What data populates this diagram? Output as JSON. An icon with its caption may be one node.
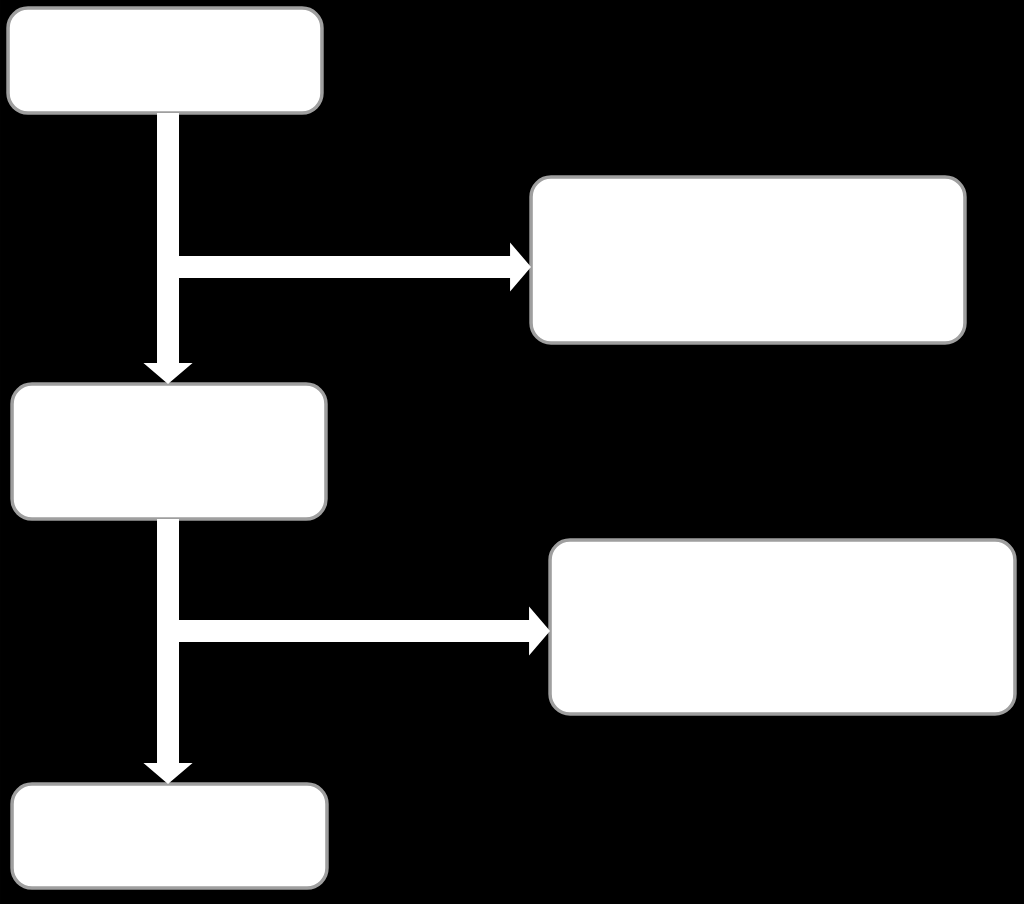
{
  "diagram": {
    "nodes": [
      {
        "text": [],
        "shape": "box"
      },
      {
        "text": [],
        "shape": "box"
      },
      {
        "text": [],
        "shape": "box"
      },
      {
        "text": [],
        "shape": "box"
      },
      {
        "text": [],
        "shape": "box"
      }
    ],
    "edges": [
      {
        "from": 0,
        "to": 1,
        "arrow": "to"
      },
      {
        "from": 0,
        "to": 2,
        "arrow": "to"
      },
      {
        "from": 2,
        "to": 3,
        "arrow": "to"
      },
      {
        "from": 2,
        "to": 4,
        "arrow": "to"
      }
    ]
  }
}
